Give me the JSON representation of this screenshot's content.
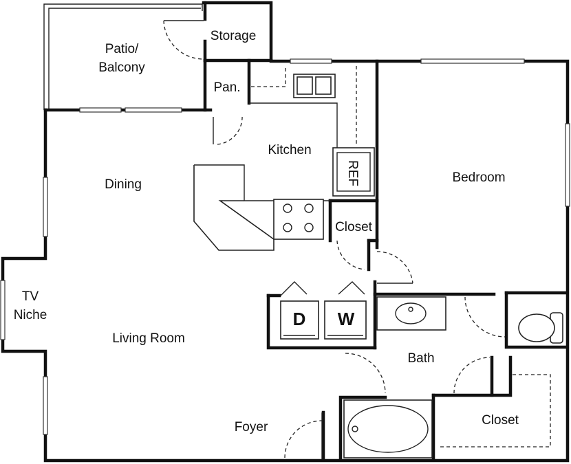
{
  "rooms": {
    "patio_line1": "Patio/",
    "patio_line2": "Balcony",
    "storage": "Storage",
    "pantry": "Pan.",
    "kitchen": "Kitchen",
    "refrigerator": "REF",
    "dining": "Dining",
    "bedroom": "Bedroom",
    "closet_kitchen": "Closet",
    "tv_niche_line1": "TV",
    "tv_niche_line2": "Niche",
    "living_room": "Living Room",
    "bath": "Bath",
    "closet_bath": "Closet",
    "foyer": "Foyer"
  },
  "appliances": {
    "dryer": "D",
    "washer": "W"
  }
}
